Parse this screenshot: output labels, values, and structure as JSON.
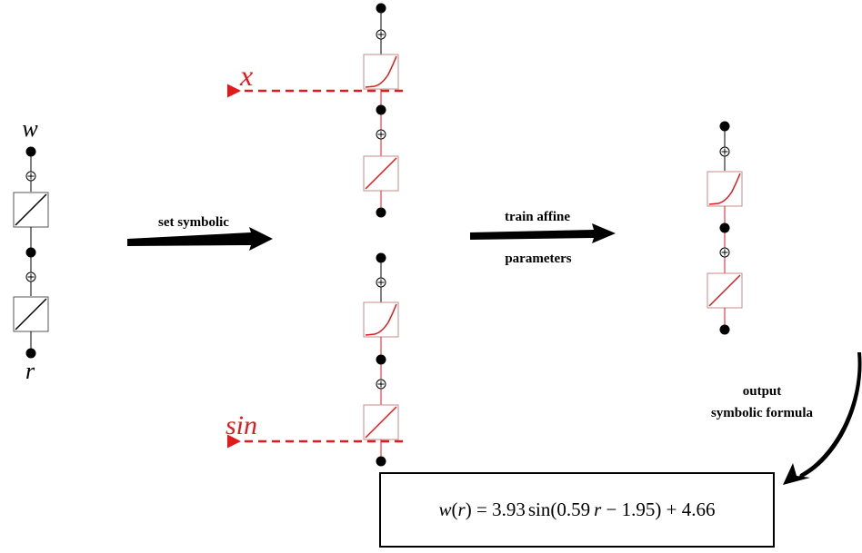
{
  "labels": {
    "input_top": "w",
    "input_bottom": "r",
    "set_symbolic": "set symbolic",
    "train_affine_line1": "train affine",
    "train_affine_line2": "parameters",
    "output_line1": "output",
    "output_line2": "symbolic formula",
    "symbolic_x": "x",
    "symbolic_sin": "sin"
  },
  "formula": {
    "lhs_func": "w",
    "lhs_open": "(",
    "lhs_var": "r",
    "lhs_close": ")",
    "equals": " = 3.93",
    "sin": "sin",
    "open": "(0.59",
    "var": "r",
    "rest": " − 1.95) + 4.66"
  },
  "colors": {
    "black": "#000000",
    "red": "#e31a1c",
    "box_border": "#c98b8b",
    "neutral_box_border": "#555555"
  }
}
